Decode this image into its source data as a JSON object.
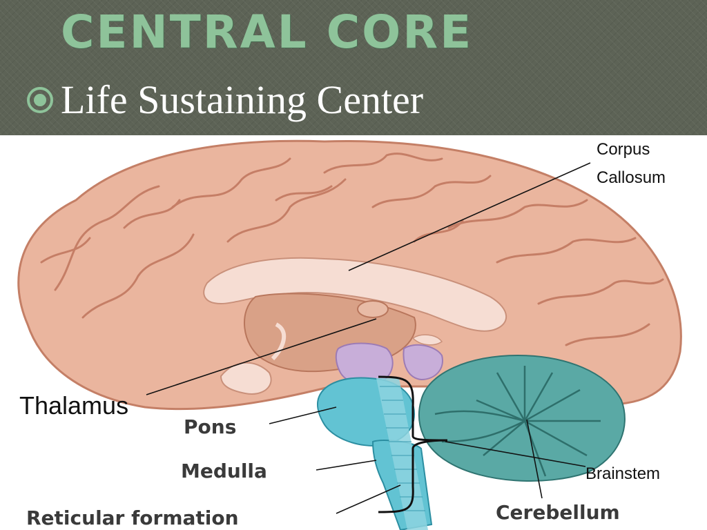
{
  "slide": {
    "title": "Central Core",
    "bullet": "Life Sustaining Center",
    "colors": {
      "background": "#5d6356",
      "title": "#8ec39a",
      "bullet_text": "#ffffff"
    }
  },
  "figure": {
    "labels": {
      "corpus_line1": "Corpus",
      "corpus_line2": "Callosum",
      "thalamus": "Thalamus",
      "brainstem": "Brainstem",
      "pons": "Pons",
      "medulla": "Medulla",
      "reticular_formation": "Reticular formation",
      "cerebellum": "Cerebellum"
    },
    "icons": [
      "bullet-circle-icon",
      "brain-illustration"
    ]
  }
}
